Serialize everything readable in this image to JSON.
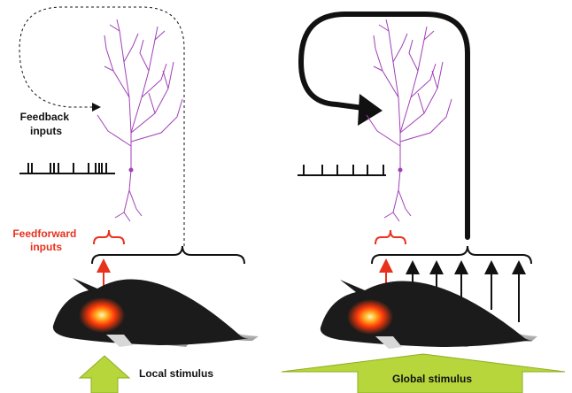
{
  "labels": {
    "feedback": [
      "Feedback",
      "inputs"
    ],
    "feedforward": [
      "Feedforward",
      "inputs"
    ],
    "local_stimulus": "Local stimulus",
    "global_stimulus": "Global stimulus"
  },
  "colors": {
    "neuron": "#a040b8",
    "feedforward": "#e8321c",
    "stimulus_arrow": "#b7d63c",
    "ink": "#111111",
    "fish_body": "#1b1b1b",
    "fish_glow": "#ff3a0a"
  },
  "spike_trains": {
    "left_spike_count": 11,
    "right_spike_count": 6
  }
}
